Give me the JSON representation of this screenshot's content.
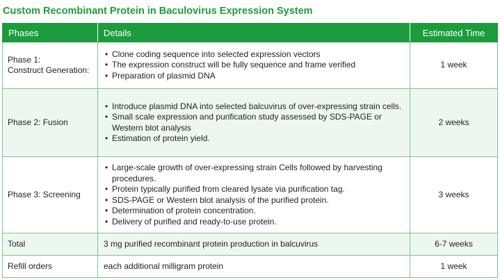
{
  "title": "Custom Recombinant Protein in Baculovirus Expression System",
  "headers": {
    "phases": "Phases",
    "details": "Details",
    "time": "Estimated Time"
  },
  "rows": [
    {
      "phase": "Phase 1:\nConstruct Generation:",
      "details": [
        "Clone coding sequence into selected expression vectors",
        "The expression construct will be fully sequence and frame verified",
        "Preparation of plasmid DNA"
      ],
      "time": "1 week"
    },
    {
      "phase": "Phase 2: Fusion",
      "details": [
        "Introduce plasmid DNA into selected balcuvirus of over-expressing strain cells.",
        "Small scale expression and purification study assessed by SDS-PAGE or Western blot analysis",
        "Estimation of protein yield."
      ],
      "time": "2 weeks"
    },
    {
      "phase": "Phase 3: Screening",
      "details": [
        "Large-scale growth of over-expressing strain Cells followed by harvesting procedures.",
        "Protein typically purified from cleared lysate via purification tag.",
        "SDS-PAGE or Western blot analysis of the purified protein.",
        "Determination of protein concentration.",
        "Delivery of purified and ready-to-use protein."
      ],
      "time": "3 weeks"
    },
    {
      "phase": "Total",
      "detail_text": "3 mg purified recombinant protein production in balcuvirus",
      "time": "6-7 weeks"
    },
    {
      "phase": "Refill orders",
      "detail_text": "each additional milligram protein",
      "time": "1 week"
    }
  ],
  "colors": {
    "accent": "#1c9c3c",
    "title": "#1f9c3a",
    "border": "#7cc48c",
    "shade": "#eef7ef"
  }
}
